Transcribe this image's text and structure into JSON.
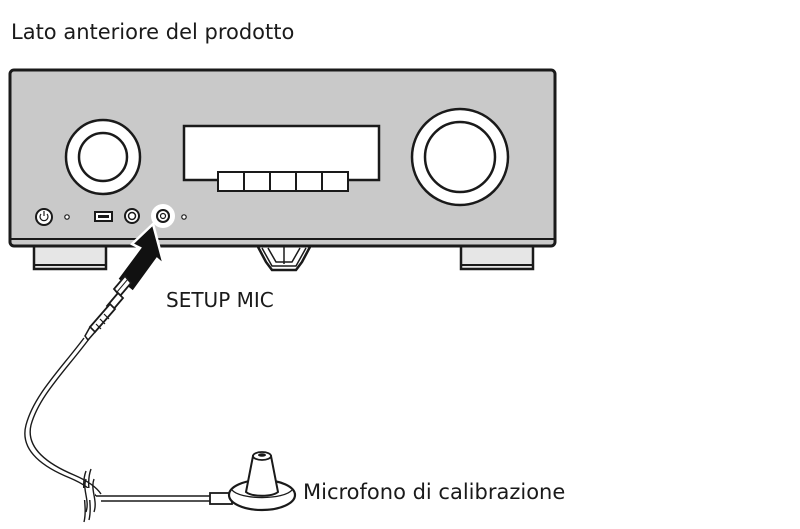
{
  "diagram": {
    "title": "Lato anteriore del prodotto",
    "port_label": "SETUP MIC",
    "mic_label": "Microfono di calibrazione"
  },
  "colors": {
    "panel": "#c9c9c9",
    "outline": "#1a1a1a",
    "foot": "#e6e6e6",
    "arrow": "#111111"
  }
}
